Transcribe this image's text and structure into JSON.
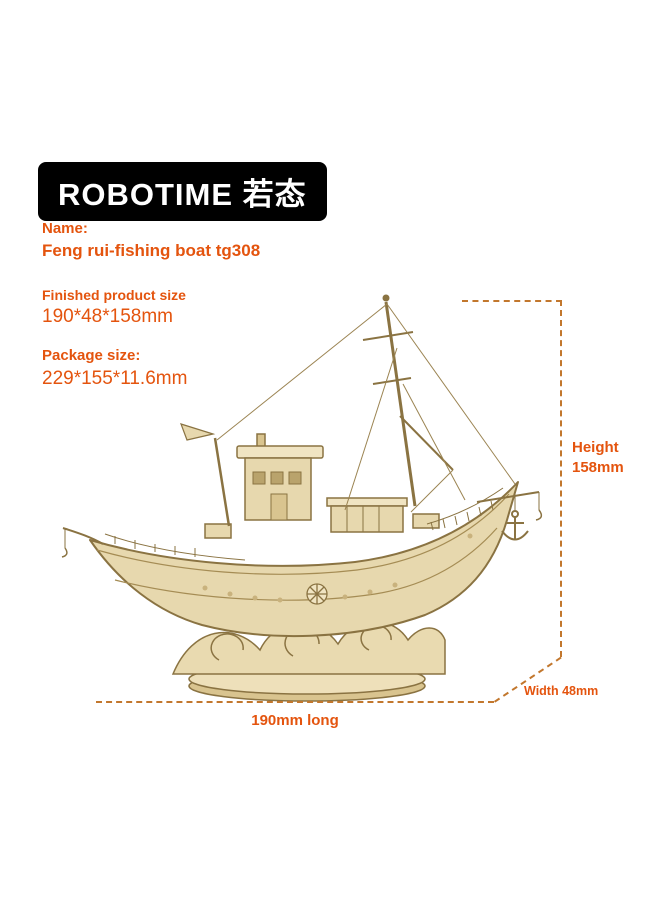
{
  "colors": {
    "background": "#ffffff",
    "accent_orange": "#e4540e",
    "dimension_line": "#c2772d",
    "logo_bg": "#000000",
    "logo_text": "#ffffff",
    "wood_fill": "#e7d8ae",
    "wood_light": "#f0e4c2",
    "wood_outline": "#8a7342"
  },
  "logo": {
    "text": "ROBOTIME 若态"
  },
  "product": {
    "name_label": "Name:",
    "name_value": "Feng rui-fishing boat tg308",
    "finished_size_label": "Finished product size",
    "finished_size_value": "190*48*158mm",
    "package_size_label": "Package size:",
    "package_size_value": "229*155*11.6mm"
  },
  "dimensions": {
    "height_line1": "Height",
    "height_line2": "158mm",
    "width_label": "Width 48mm",
    "length_label": "190mm long"
  },
  "illustration": {
    "description": "Wooden 3D puzzle fishing boat model on wave stand"
  }
}
